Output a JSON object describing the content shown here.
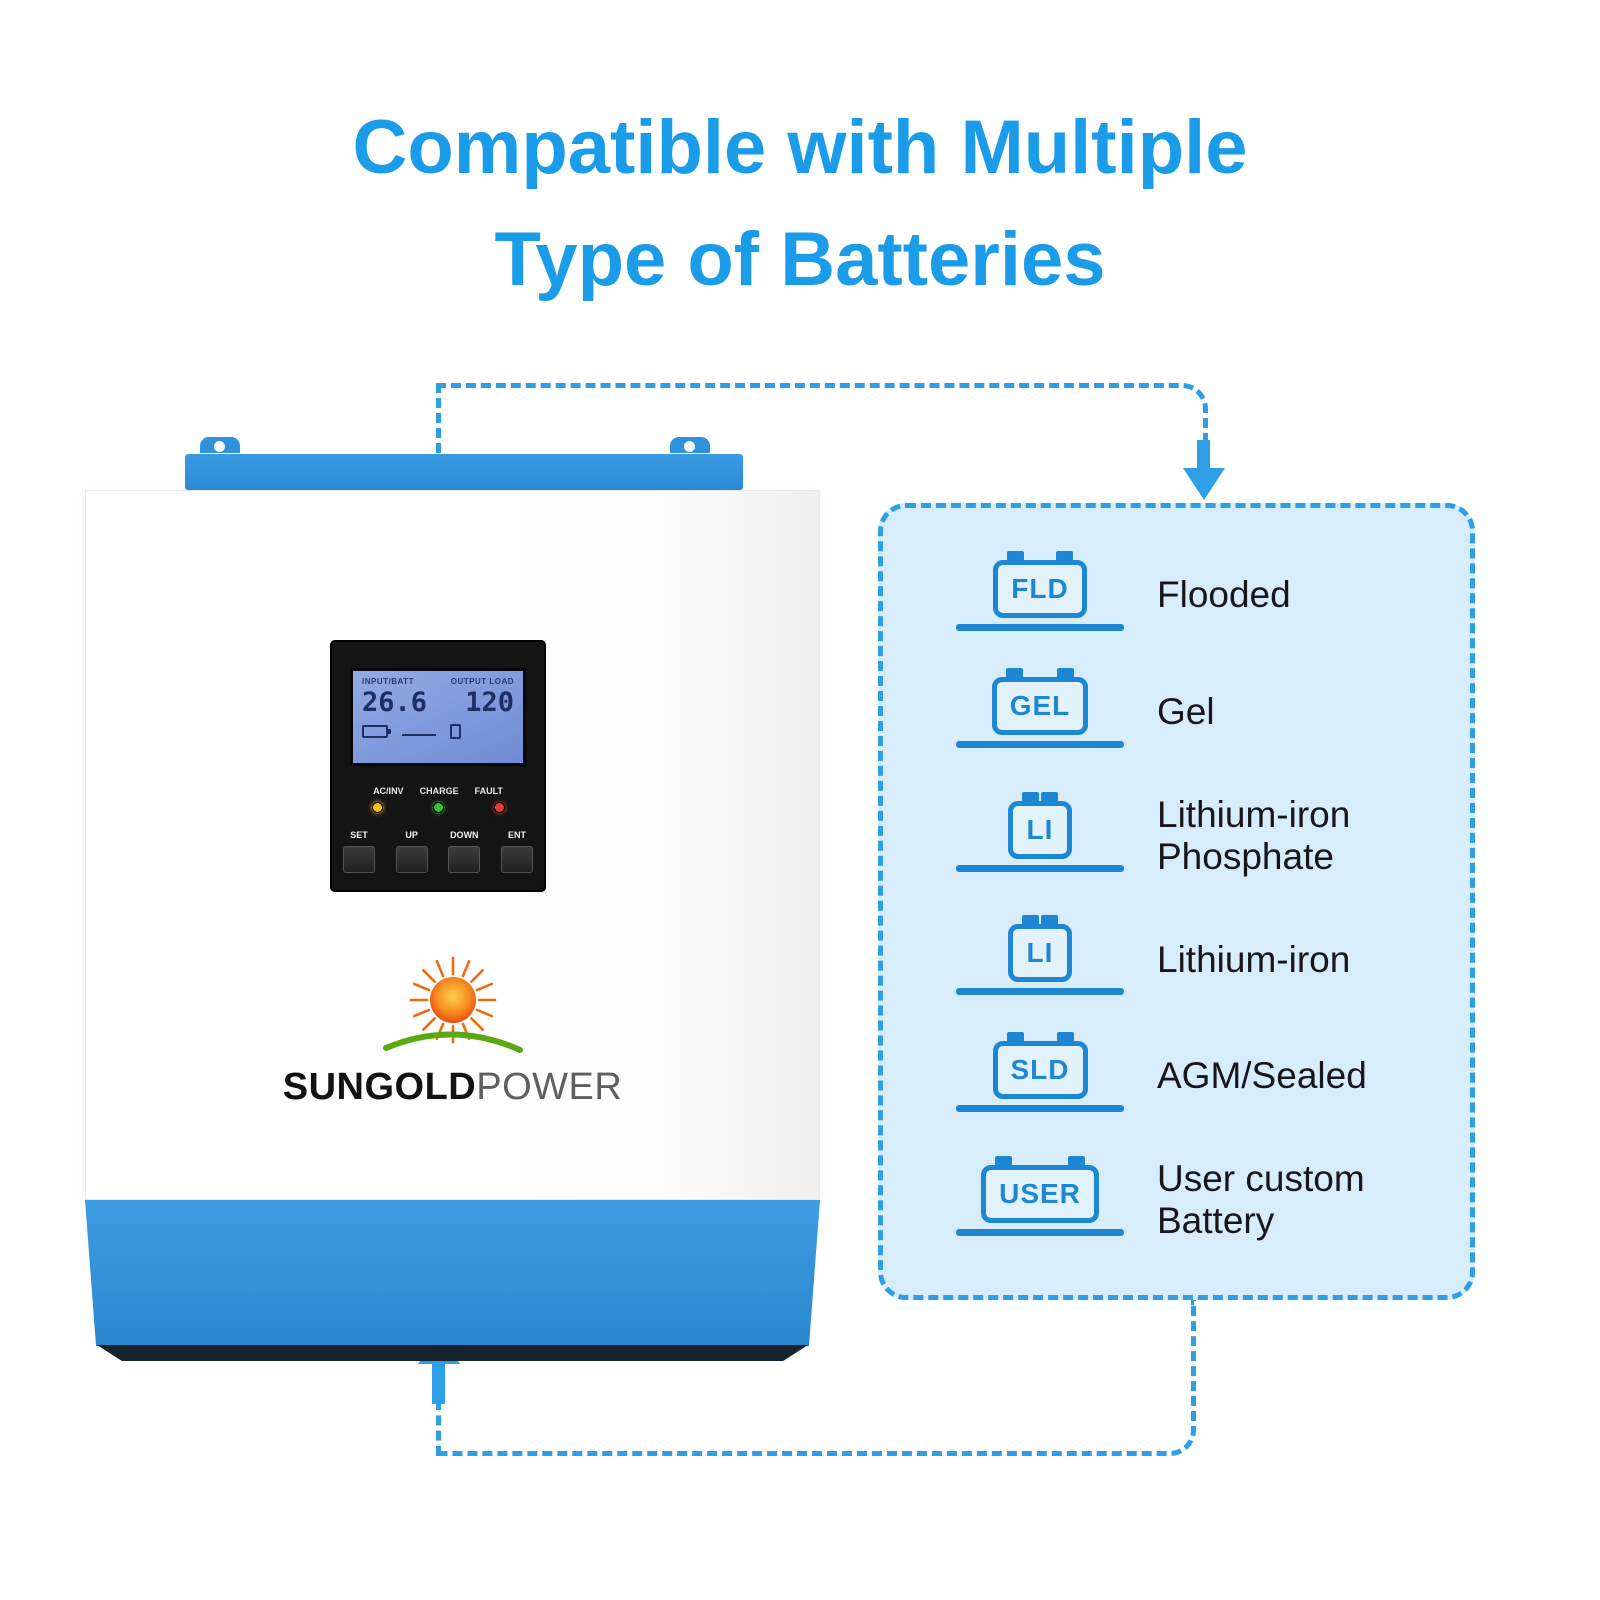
{
  "title": {
    "line1": "Compatible with Multiple",
    "line2": "Type of Batteries"
  },
  "device": {
    "lcd": {
      "input_label": "INPUT/BATT",
      "output_label": "OUTPUT  LOAD",
      "input_value": "26.6",
      "output_value": "120"
    },
    "indicators": [
      {
        "label": "AC/INV",
        "color": "#f6c21b"
      },
      {
        "label": "CHARGE",
        "color": "#35c23a"
      },
      {
        "label": "FAULT",
        "color": "#e53935"
      }
    ],
    "buttons": [
      "SET",
      "UP",
      "DOWN",
      "ENT"
    ],
    "brand": {
      "part1": "SUNGOLD",
      "part2": "POWER"
    }
  },
  "battery_panel": {
    "items": [
      {
        "code": "FLD",
        "label": "Flooded"
      },
      {
        "code": "GEL",
        "label": "Gel"
      },
      {
        "code": "LI",
        "label": "Lithium-iron\nPhosphate"
      },
      {
        "code": "LI",
        "label": "Lithium-iron"
      },
      {
        "code": "SLD",
        "label": "AGM/Sealed"
      },
      {
        "code": "USER",
        "label": "User custom\nBattery"
      }
    ]
  },
  "colors": {
    "title_blue": "#1b9ce9",
    "dash_blue": "#2e9fe6",
    "panel_bg": "#d7edfb",
    "battery_icon_blue": "#1d87d3",
    "device_blue": "#2f93dc",
    "lcd_blue": "#7b97dd"
  }
}
